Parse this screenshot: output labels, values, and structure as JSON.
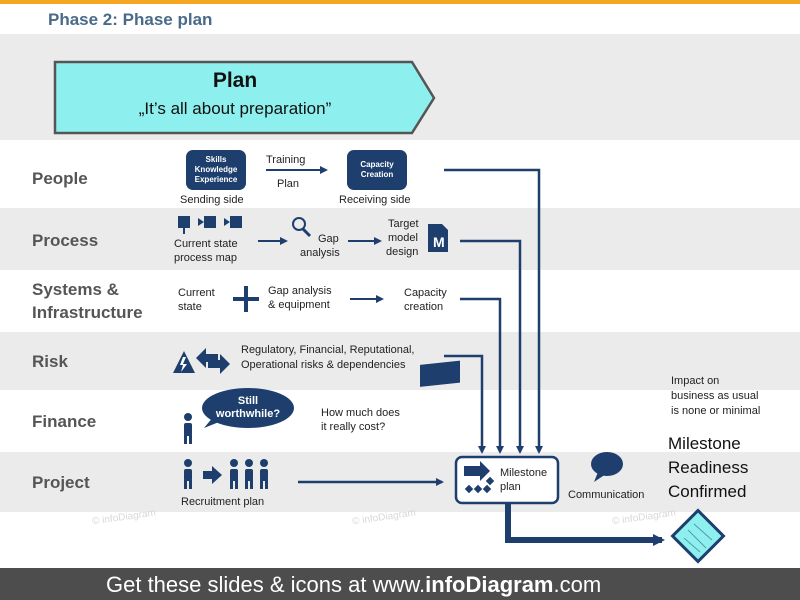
{
  "title": "Phase 2: Phase plan",
  "plan": {
    "heading": "Plan",
    "subtitle": "„It’s all  about preparation”"
  },
  "rows": {
    "people": "People",
    "process": "Process",
    "systems_line1": "Systems &",
    "systems_line2": "Infrastructure",
    "risk": "Risk",
    "finance": "Finance",
    "project": "Project"
  },
  "people": {
    "skills_line1": "Skills",
    "skills_line2": "Knowledge",
    "skills_line3": "Experience",
    "sending_side": "Sending side",
    "training": "Training",
    "plan": "Plan",
    "capacity_line1": "Capacity",
    "capacity_line2": "Creation",
    "receiving_side": "Receiving side"
  },
  "process": {
    "current_line1": "Current state",
    "current_line2": "process map",
    "gap_line1": "Gap",
    "gap_line2": "analysis",
    "target_line1": "Target",
    "target_line2": "model",
    "target_line3": "design",
    "model_letter": "M"
  },
  "systems": {
    "current_line1": "Current",
    "current_line2": "state",
    "gap_line1": "Gap analysis",
    "gap_line2": "& equipment",
    "capacity_line1": "Capacity",
    "capacity_line2": "creation"
  },
  "risk": {
    "line1": "Regulatory, Financial, Reputational,",
    "line2": "Operational risks & dependencies"
  },
  "finance": {
    "bubble_line1": "Still",
    "bubble_line2": "worthwhile?",
    "cost_line1": "How much does",
    "cost_line2": "it really cost?"
  },
  "project": {
    "recruitment": "Recruitment plan",
    "milestone_line1": "Milestone",
    "milestone_line2": "plan",
    "communication": "Communication"
  },
  "impact": {
    "line1": "Impact on",
    "line2": "business as usual",
    "line3": "is none or minimal"
  },
  "milestone": {
    "line1": "Milestone",
    "line2": "Readiness",
    "line3": "Confirmed"
  },
  "watermark": "© infoDiagram",
  "footer": {
    "prefix": "Get these slides & icons at www.",
    "brand": "infoDiagram",
    "suffix": ".com"
  },
  "colors": {
    "navy": "#1e3f6e",
    "banner_fill": "#8ef0ee",
    "accent": "#f5a623",
    "row_gray": "#ebebeb"
  }
}
